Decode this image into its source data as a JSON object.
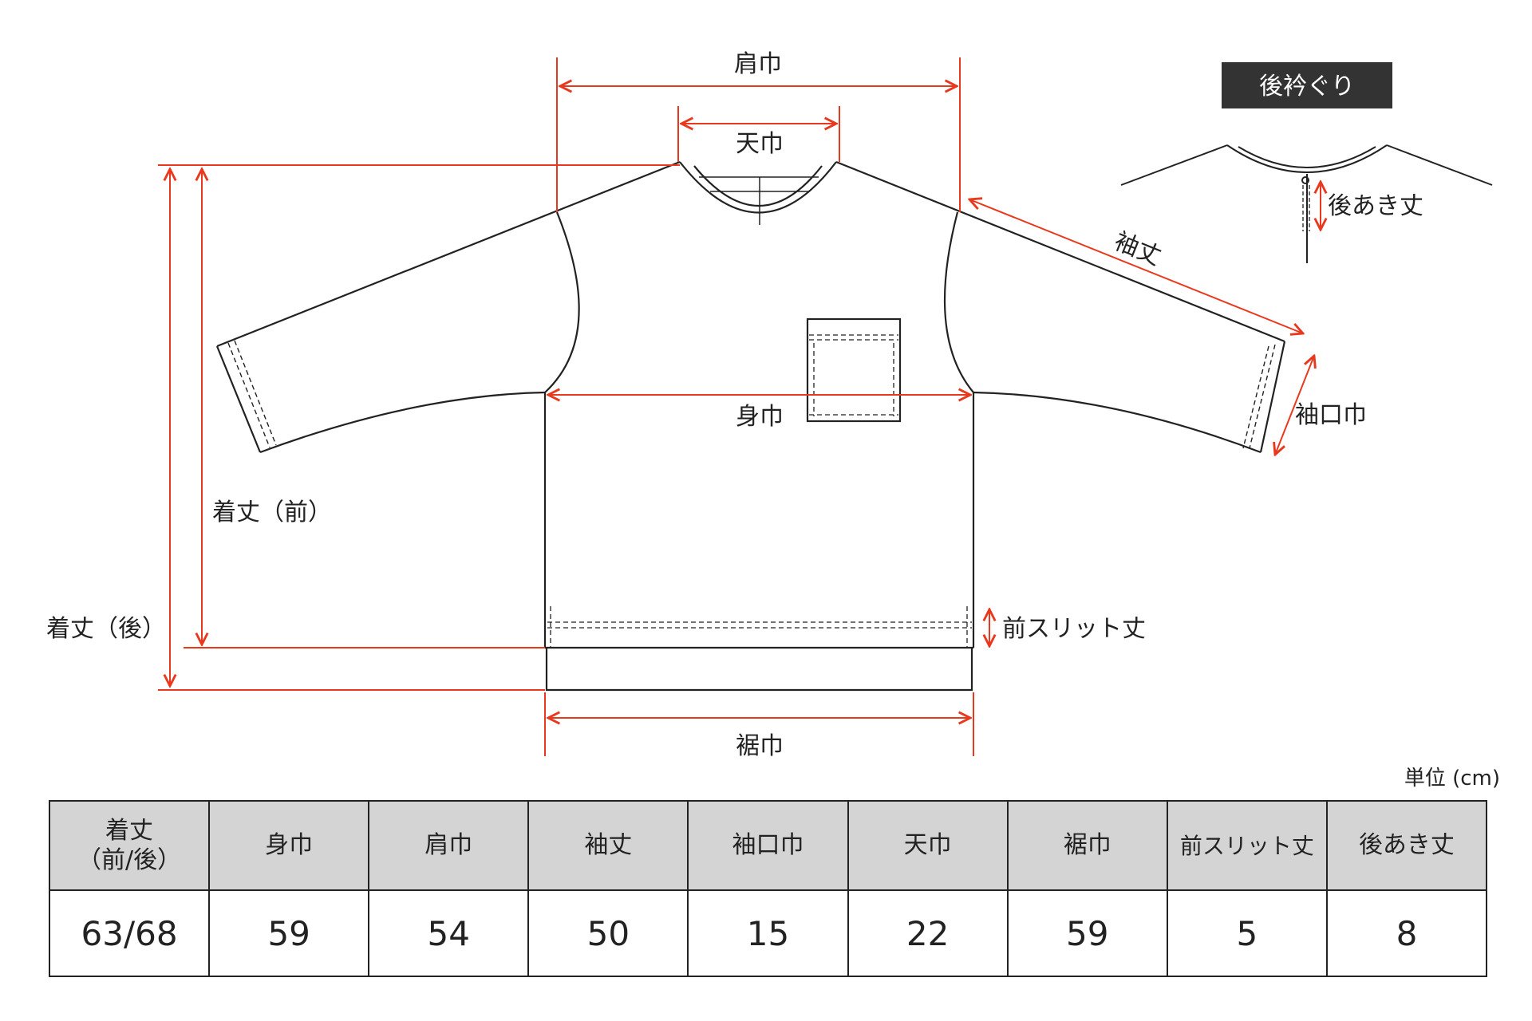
{
  "diagram": {
    "labels": {
      "shoulder_width": "肩巾",
      "neck_width": "天巾",
      "sleeve_length": "袖丈",
      "cuff_width": "袖口巾",
      "body_width": "身巾",
      "length_front": "着丈（前）",
      "length_back": "着丈（後）",
      "front_slit": "前スリット丈",
      "hem_width": "裾巾",
      "back_opening": "後あき丈"
    },
    "inset_title": "後衿ぐり"
  },
  "colors": {
    "dimension": "#e8391e",
    "line": "#222222",
    "header_bg": "#d4d4d4",
    "inset_bg": "#333333"
  },
  "unit_note": "単位 (cm)",
  "table": {
    "headers": [
      "着丈\n（前/後）",
      "身巾",
      "肩巾",
      "袖丈",
      "袖口巾",
      "天巾",
      "裾巾",
      "前スリット丈",
      "後あき丈"
    ],
    "values": [
      "63/68",
      "59",
      "54",
      "50",
      "15",
      "22",
      "59",
      "5",
      "8"
    ]
  }
}
